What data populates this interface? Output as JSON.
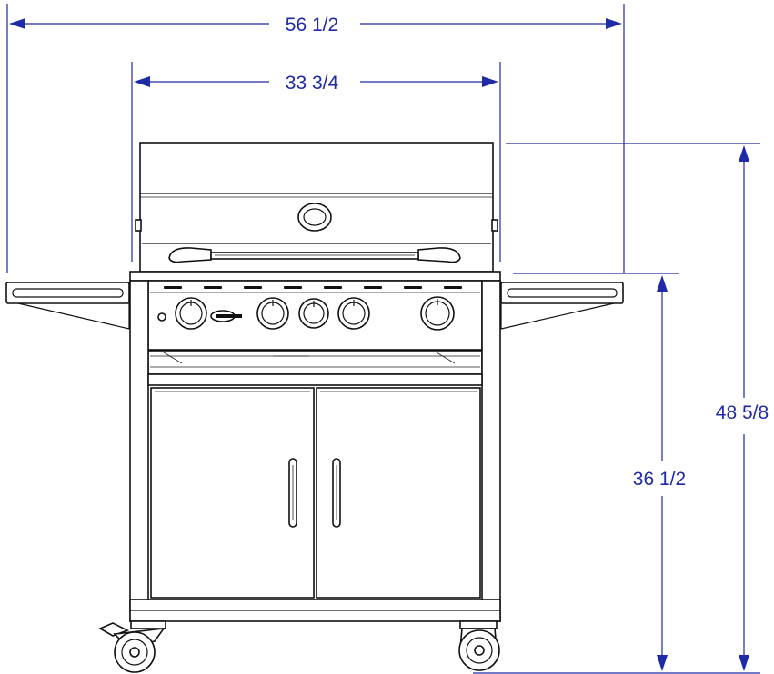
{
  "dimensions": {
    "overall_width": "56 1/2",
    "hood_width": "33 3/4",
    "overall_height": "48 5/8",
    "counter_height": "36 1/2"
  },
  "colors": {
    "dimension_line": "#1f2aa6",
    "drawing_ink": "#111111",
    "background": "#ffffff"
  }
}
